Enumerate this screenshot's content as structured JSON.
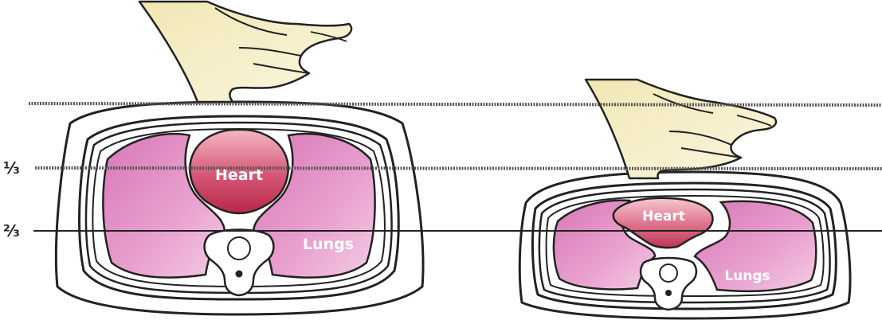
{
  "figure": {
    "left_panel": {
      "heart_label": "Heart",
      "lungs_label": "Lungs"
    },
    "right_panel": {
      "heart_label": "Heart",
      "lungs_label": "Lungs"
    },
    "fractions": {
      "upper": "¹⁄₃",
      "lower": "²⁄₃"
    },
    "colors": {
      "outline": "#222222",
      "lung_fill": "#e597c9",
      "heart_fill": "#c8405e",
      "hand_fill": "#f6efc7",
      "guide_line": "#444444"
    }
  }
}
